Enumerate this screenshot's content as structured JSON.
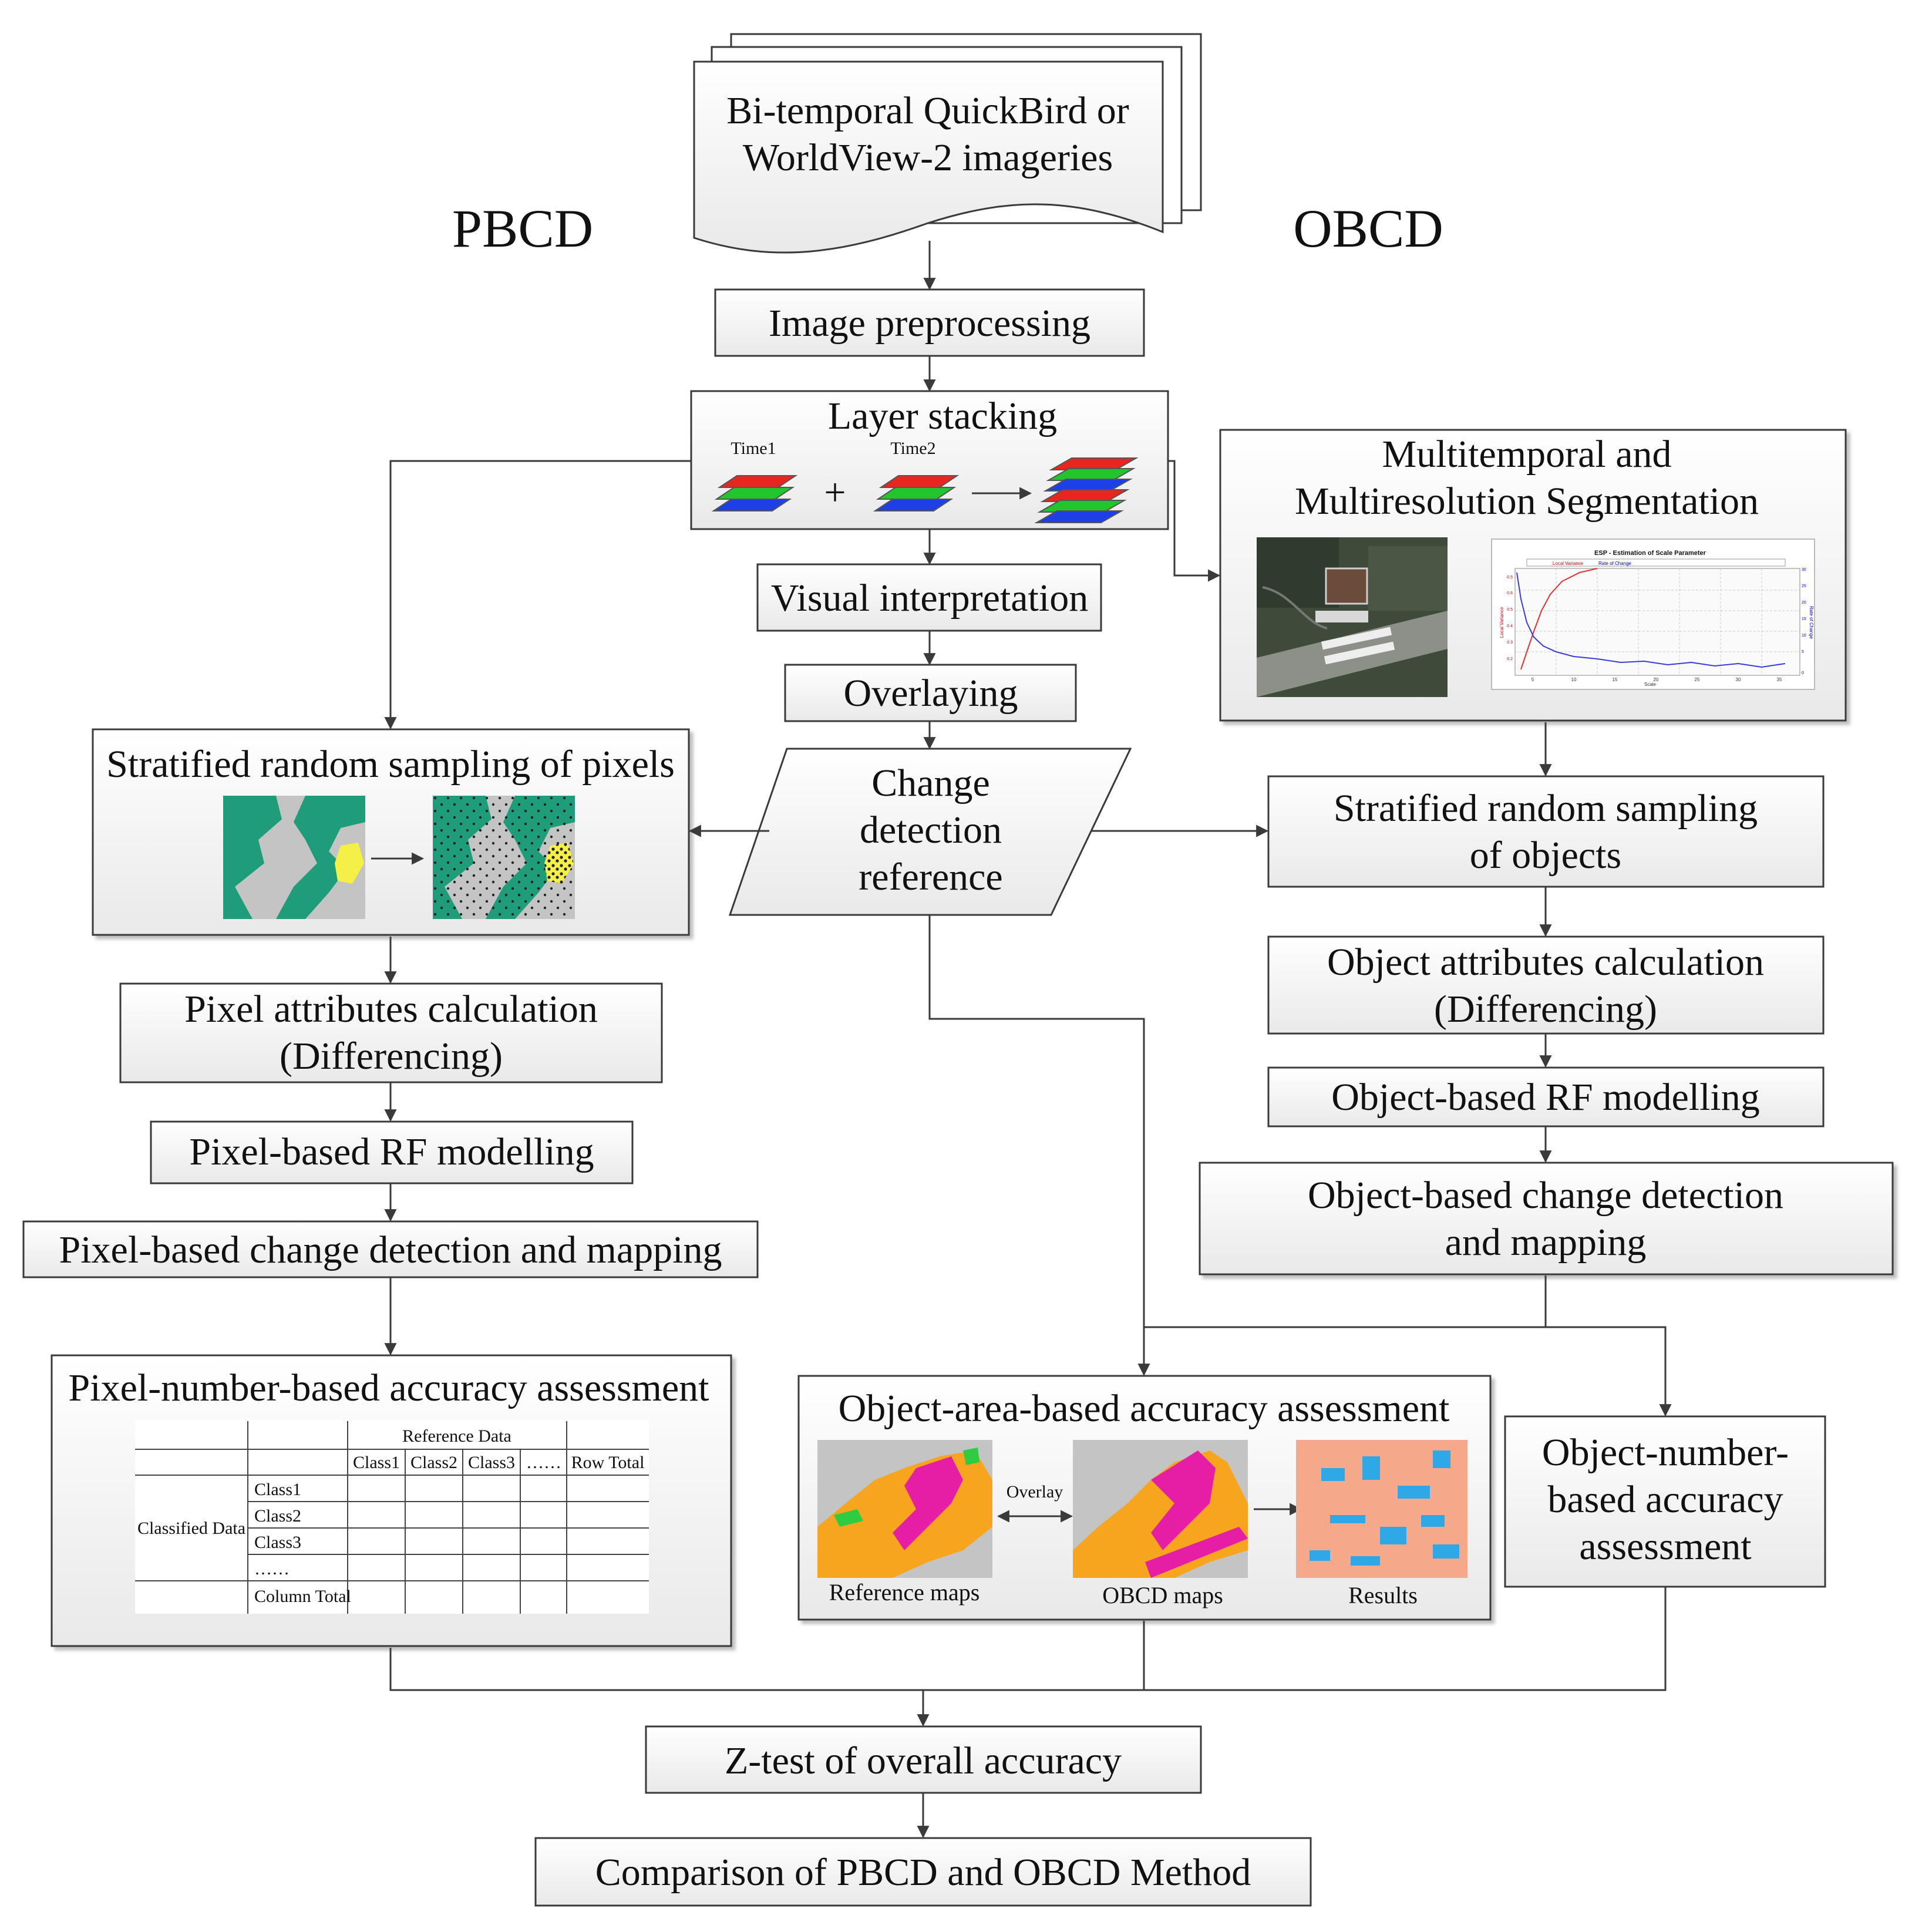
{
  "headings": {
    "pbcd": "PBCD",
    "obcd": "OBCD"
  },
  "input": {
    "line1": "Bi-temporal QuickBird or",
    "line2": "WorldView-2 imageries"
  },
  "steps": {
    "image_preprocessing": "Image preprocessing",
    "layer_stacking": "Layer stacking",
    "time1": "Time1",
    "time2": "Time2",
    "plus": "+",
    "visual_interpretation": "Visual interpretation",
    "overlaying": "Overlaying",
    "change_ref": [
      "Change",
      "detection",
      "reference"
    ],
    "segmentation": [
      "Multitemporal and",
      "Multiresolution Segmentation"
    ],
    "strat_pixels": "Stratified random sampling of pixels",
    "strat_objects": [
      "Stratified random sampling",
      "of objects"
    ],
    "pixel_attr": [
      "Pixel attributes calculation",
      "(Differencing)"
    ],
    "object_attr": [
      "Object attributes calculation",
      "(Differencing)"
    ],
    "pixel_rf": "Pixel-based RF modelling",
    "object_rf": "Object-based RF modelling",
    "pixel_cd": "Pixel-based change detection and mapping",
    "object_cd": [
      "Object-based change detection",
      "and mapping"
    ],
    "pixel_acc": "Pixel-number-based accuracy assessment",
    "object_area_acc": "Object-area-based accuracy assessment",
    "object_num_acc": [
      "Object-number-",
      "based accuracy",
      "assessment"
    ],
    "ztest": "Z-test of overall accuracy",
    "comparison": "Comparison of PBCD and OBCD Method"
  },
  "confusion_table": {
    "reference_data": "Reference Data",
    "columns": [
      "Class1",
      "Class2",
      "Class3",
      "……",
      "Row Total"
    ],
    "classified_data": "Classified Data",
    "rows": [
      "Class1",
      "Class2",
      "Class3",
      "……",
      "Column Total"
    ]
  },
  "area_panel": {
    "overlay": "Overlay",
    "reference_maps": "Reference maps",
    "obcd_maps": "OBCD maps",
    "results": "Results"
  },
  "esp_chart": {
    "title": "ESP - Estimation of Scale Parameter",
    "legend": [
      "Local Variance",
      "Rate of Change"
    ],
    "ylabel_left": "Local Variance",
    "ylabel_right": "Rate of Change",
    "xlabel": "Scale",
    "x_ticks": [
      "5",
      "10",
      "15",
      "20",
      "25",
      "30",
      "35"
    ],
    "y_left_ticks": [
      "0.5",
      "0.6",
      "0.5",
      "0.4",
      "0.3",
      "0.2"
    ],
    "y_right_ticks": [
      "30",
      "25",
      "20",
      "15",
      "10",
      "5",
      "0"
    ]
  },
  "colors": {
    "teal": "#1f9c7a",
    "gray": "#c4c4c4",
    "yellow": "#f5f046",
    "orange": "#f7a51f",
    "magenta": "#e61ea6",
    "salmon": "#f6a98a",
    "blue_change": "#2ea8e6",
    "layer_red": "#e8251e",
    "layer_green": "#22c52b",
    "layer_blue": "#1f3fe6"
  }
}
